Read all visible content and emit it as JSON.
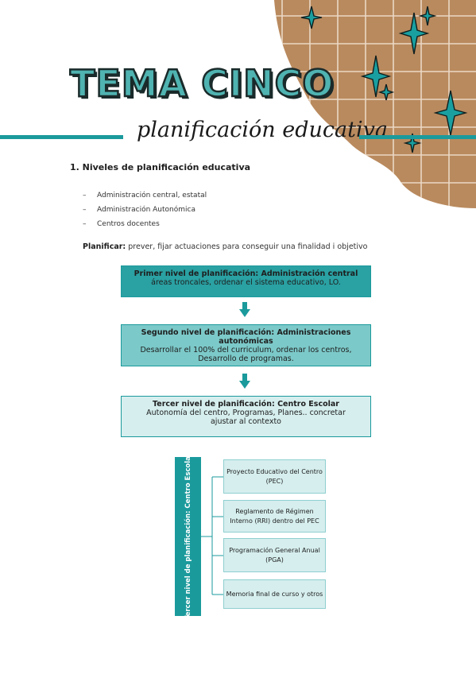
{
  "header": {
    "title": "TEMA CINCO",
    "subtitle": "planificación educativa"
  },
  "section": {
    "heading": "1. Niveles de planificación educativa",
    "levels": [
      "Administración central, estatal",
      "Administración Autonómica",
      "Centros docentes"
    ],
    "definition_term": "Planificar:",
    "definition_text": "prever, fijar actuaciones para conseguir una finalidad i objetivo"
  },
  "flow": [
    {
      "title": "Primer nivel de planificación: Administración central",
      "lines": [
        "áreas troncales, ordenar el sistema educativo, LO."
      ]
    },
    {
      "title": "Segundo nivel de planificación: Administraciones autonómicas",
      "lines": [
        "Desarrollar el 100% del curriculum, ordenar los centros,",
        "Desarrollo de programas."
      ]
    },
    {
      "title": "Tercer nivel de planificación: Centro Escolar",
      "lines": [
        "Autonomía del centro, Programas, Planes.. concretar",
        "ajustar al contexto"
      ]
    }
  ],
  "third_level": {
    "label": "Tercer nivel de planificación: Centro Escolar",
    "items": [
      "Proyecto Educativo del Centro (PEC)",
      "Reglamento de Régimen Interno (RRI) dentro del PEC",
      "Programación General Anual (PGA)",
      "Memoria final de curso y otros"
    ]
  },
  "colors": {
    "teal_dark": "#1b9a9c",
    "teal_mid": "#2aa1a3",
    "teal_light": "#7cc9c9",
    "teal_pale": "#d6eeee",
    "kraft": "#b98a5e"
  }
}
